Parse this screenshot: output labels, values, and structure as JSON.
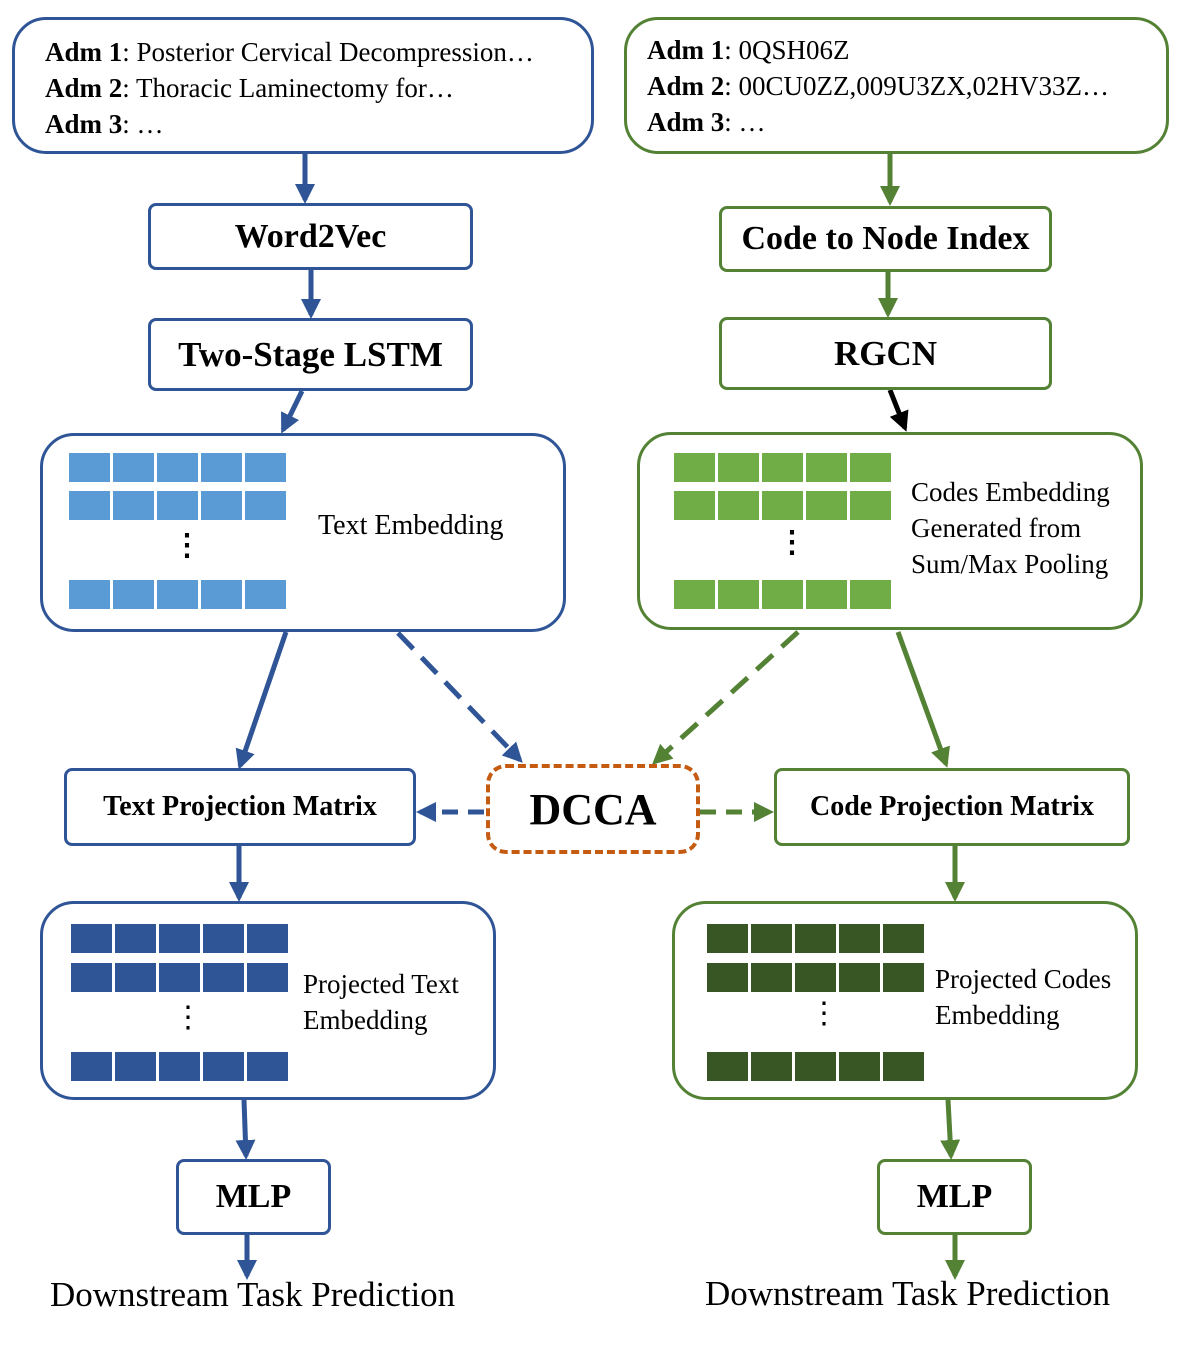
{
  "colors": {
    "blue_border": "#2F5597",
    "green_border": "#548235",
    "text_cell": "#5B9BD5",
    "code_cell": "#70AD47",
    "proj_text_cell": "#2F5597",
    "proj_code_cell": "#375623",
    "dcca_border": "#C55A11"
  },
  "text_input": {
    "lines": [
      {
        "label": "Adm 1",
        "value": ": Posterior Cervical Decompression…"
      },
      {
        "label": "Adm 2",
        "value": ": Thoracic Laminectomy for…"
      },
      {
        "label": "Adm 3",
        "value": ": …"
      }
    ]
  },
  "code_input": {
    "lines": [
      {
        "label": "Adm 1",
        "value": ": 0QSH06Z"
      },
      {
        "label": "Adm 2",
        "value": ": 00CU0ZZ,009U3ZX,02HV33Z…"
      },
      {
        "label": "Adm 3",
        "value": ": …"
      }
    ]
  },
  "text_branch": {
    "step1": "Word2Vec",
    "step2": "Two-Stage LSTM",
    "embedding_label": "Text Embedding",
    "projection": "Text Projection Matrix",
    "projected_label_1": "Projected Text",
    "projected_label_2": "Embedding",
    "mlp": "MLP",
    "output": "Downstream Task Prediction"
  },
  "code_branch": {
    "step1": "Code to Node Index",
    "step2": "RGCN",
    "embedding_label_1": "Codes Embedding",
    "embedding_label_2": "Generated from",
    "embedding_label_3": "Sum/Max Pooling",
    "projection": "Code Projection Matrix",
    "projected_label_1": "Projected Codes",
    "projected_label_2": "Embedding",
    "mlp": "MLP",
    "output": "Downstream Task Prediction"
  },
  "center": {
    "dcca": "DCCA"
  },
  "icons": {
    "vertical_ellipsis": "⋮"
  }
}
